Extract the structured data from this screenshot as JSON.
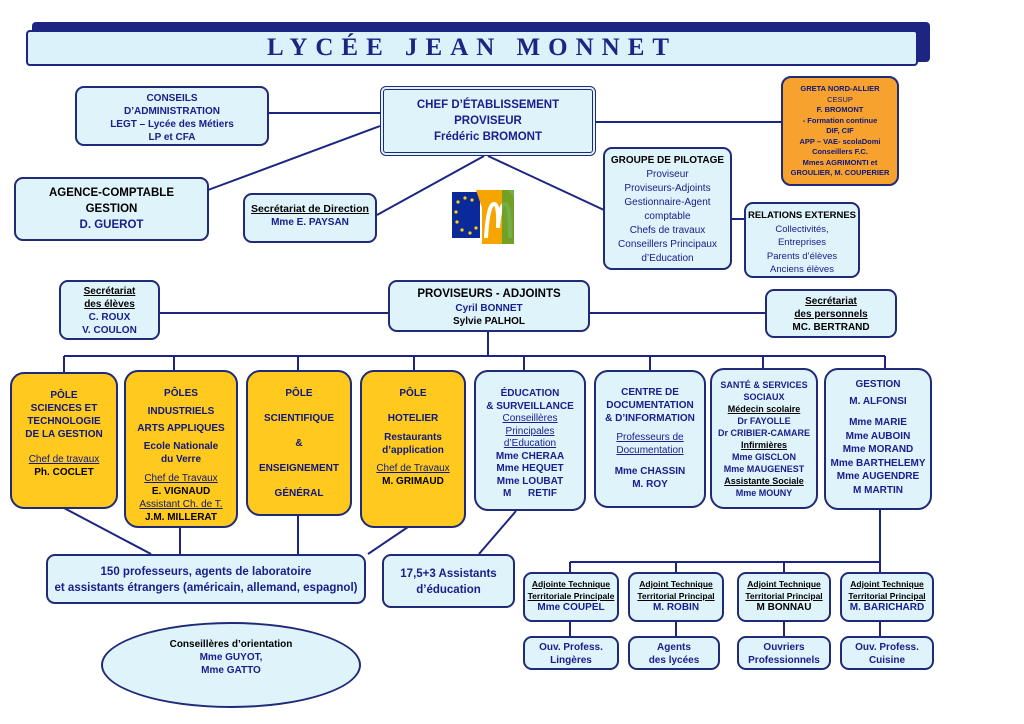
{
  "title": "LYCÉE JEAN MONNET",
  "colors": {
    "navy": "#1f2a78",
    "light_blue": "#dff3fb",
    "yellow": "#ffc91d",
    "orange": "#f7a12e"
  },
  "conseils": {
    "l1": "CONSEILS",
    "l2": "D’ADMINISTRATION",
    "l3": "LEGT – Lycée des Métiers",
    "l4": "LP et CFA"
  },
  "chef": {
    "l1": "CHEF D’ÉTABLISSEMENT",
    "l2": "PROVISEUR",
    "l3": "Frédéric BROMONT"
  },
  "greta": {
    "l1": "GRETA NORD-ALLIER",
    "l2": "CESUP",
    "l3": "F. BROMONT",
    "l4": "- Formation continue",
    "l5": "DIF, CIF",
    "l6": "APP – VAE- scolaDomi",
    "l7": "Conseillers F.C.",
    "l8": "Mmes AGRIMONTI et",
    "l9": "GROULIER, M. COUPERIER"
  },
  "agence": {
    "l1": "AGENCE-COMPTABLE",
    "l2": "GESTION",
    "l3": "D. GUEROT"
  },
  "secdir": {
    "l1": "Secrétariat de Direction",
    "l2": "Mme E. PAYSAN"
  },
  "pilotage": {
    "l1": "GROUPE DE PILOTAGE",
    "l2": "Proviseur",
    "l3": "Proviseurs-Adjoints",
    "l4": "Gestionnaire-Agent",
    "l5": "comptable",
    "l6": "Chefs de travaux",
    "l7": "Conseillers Principaux",
    "l8": "d’Education"
  },
  "relations": {
    "l1": "RELATIONS EXTERNES",
    "l2": "Collectivités,",
    "l3": "Entreprises",
    "l4": "Parents d’élèves",
    "l5": "Anciens élèves"
  },
  "sec_eleves": {
    "l1": "Secrétariat",
    "l2": "des élèves",
    "l3": "C. ROUX",
    "l4": "V. COULON"
  },
  "adjoints": {
    "l1": "PROVISEURS - ADJOINTS",
    "l2": "Cyril BONNET",
    "l3": "Sylvie PALHOL"
  },
  "sec_personnels": {
    "l1": "Secrétariat",
    "l2": "des personnels",
    "l3": "MC. BERTRAND"
  },
  "pole_sciences": {
    "l1": "PÔLE",
    "l2": "SCIENCES ET",
    "l3": "TECHNOLOGIE",
    "l4": "DE LA GESTION",
    "l5": "Chef de travaux",
    "l6": "Ph. COCLET"
  },
  "pole_industriels": {
    "l1": "PÔLES",
    "l2": "INDUSTRIELS",
    "l3": "ARTS APPLIQUES",
    "l4": "Ecole Nationale",
    "l5": "du Verre",
    "l6": "Chef de Travaux",
    "l7": "E. VIGNAUD",
    "l8": "Assistant Ch. de T.",
    "l9": "J.M. MILLERAT"
  },
  "pole_scientifique": {
    "l1": "PÔLE",
    "l2": "SCIENTIFIQUE",
    "l3": "&",
    "l4": "ENSEIGNEMENT",
    "l5": "GÉNÉRAL"
  },
  "pole_hotelier": {
    "l1": "PÔLE",
    "l2": "HOTELIER",
    "l3": "Restaurants",
    "l4": "d’application",
    "l5": "Chef de Travaux",
    "l6": "M. GRIMAUD"
  },
  "education": {
    "l1": "ÉDUCATION",
    "l2": "& SURVEILLANCE",
    "l3": "Conseillères",
    "l4": "Principales",
    "l5": "d’Education",
    "l6": "Mme CHERAA",
    "l7": "Mme HEQUET",
    "l8": "Mme LOUBAT",
    "l9": "M      RETIF"
  },
  "cdi": {
    "l1": "CENTRE DE",
    "l2": "DOCUMENTATION",
    "l3": "& D’INFORMATION",
    "l4": "Professeurs de",
    "l5": "Documentation",
    "l6": "Mme CHASSIN",
    "l7": "M. ROY"
  },
  "sante": {
    "l1": "SANTÉ & SERVICES",
    "l2": "SOCIAUX",
    "l3": "Médecin scolaire",
    "l4": "Dr FAYOLLE",
    "l5": "Dr CRIBIER-CAMARE",
    "l6": "Infirmières",
    "l7": "Mme GISCLON",
    "l8": "Mme MAUGENEST",
    "l9": "Assistante Sociale",
    "l10": "Mme MOUNY"
  },
  "gestion": {
    "l1": "GESTION",
    "l2": "M. ALFONSI",
    "l3": "Mme MARIE",
    "l4": "Mme AUBOIN",
    "l5": "Mme MORAND",
    "l6": "Mme BARTHELEMY",
    "l7": "Mme AUGENDRE",
    "l8": "M MARTIN"
  },
  "professeurs": {
    "l1": "150 professeurs, agents de laboratoire",
    "l2": "et assistants étrangers (américain, allemand, espagnol)"
  },
  "assistants_ed": {
    "l1": "17,5+3 Assistants",
    "l2": "d’éducation"
  },
  "orientation": {
    "l1": "Conseillères d’orientation",
    "l2": "Mme GUYOT,",
    "l3": "Mme GATTO"
  },
  "at1": {
    "l1": "Adjointe Technique",
    "l2": "Territoriale Principale",
    "l3": "Mme COUPEL"
  },
  "at2": {
    "l1": "Adjoint Technique",
    "l2": "Territorial Principal",
    "l3": "M. ROBIN"
  },
  "at3": {
    "l1": "Adjoint Technique",
    "l2": "Territorial Principal",
    "l3": "M BONNAU"
  },
  "at4": {
    "l1": "Adjoint Technique",
    "l2": "Territorial Principal",
    "l3": "M. BARICHARD"
  },
  "ouv1": {
    "l1": "Ouv. Profess.",
    "l2": "Lingères"
  },
  "ouv2": {
    "l1": "Agents",
    "l2": "des lycées"
  },
  "ouv3": {
    "l1": "Ouvriers",
    "l2": "Professionnels"
  },
  "ouv4": {
    "l1": "Ouv. Profess.",
    "l2": "Cuisine"
  }
}
